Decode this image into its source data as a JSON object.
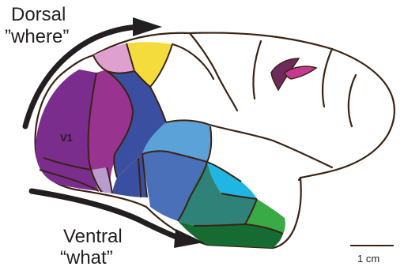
{
  "labels": {
    "dorsal_line1": "Dorsal",
    "dorsal_line2": "”where”",
    "ventral_line1": "Ventral",
    "ventral_line2": "“what”",
    "v1": "V1",
    "scale": "1 cm"
  },
  "colors": {
    "outline": "#3b2314",
    "arrow": "#231f20",
    "v1": "#7b2d8e",
    "v1_dark": "#5e2277",
    "v2": "#98348f",
    "lavender": "#b89bcf",
    "pink": "#dea1cf",
    "yellow": "#f5dc3d",
    "dorsal_blue": "#3a4fa0",
    "mid_blue": "#4a70ba",
    "sky_blue": "#5aa2d8",
    "cyan": "#1fb6e3",
    "teal": "#2e8278",
    "light_green": "#3aaa47",
    "dark_green": "#156b32",
    "sulcus_purple": "#6e2a5b",
    "sulcus_magenta": "#c53a8f"
  }
}
